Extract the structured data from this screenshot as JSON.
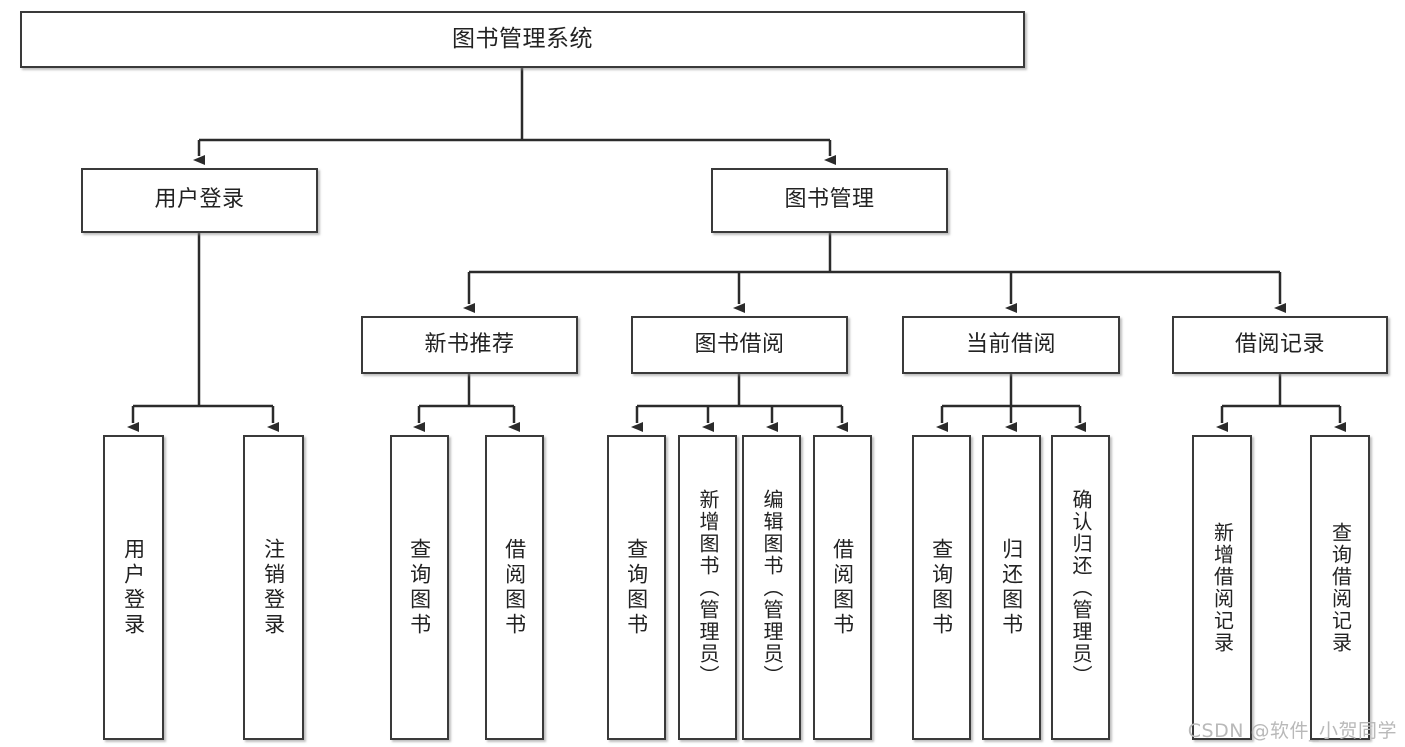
{
  "diagram": {
    "title": "图书管理系统",
    "type": "tree-hierarchy-diagram",
    "root": {
      "label": "图书管理系统"
    },
    "level2": [
      {
        "label": "用户登录"
      },
      {
        "label": "图书管理"
      }
    ],
    "level3": [
      {
        "label": "新书推荐"
      },
      {
        "label": "图书借阅"
      },
      {
        "label": "当前借阅"
      },
      {
        "label": "借阅记录"
      }
    ],
    "leaves": {
      "user_login": [
        {
          "label": "用户登录"
        },
        {
          "label": "注销登录"
        }
      ],
      "new_book_recommend": [
        {
          "label": "查询图书"
        },
        {
          "label": "借阅图书"
        }
      ],
      "book_borrow": [
        {
          "label": "查询图书"
        },
        {
          "label": "新增图书（管理员）"
        },
        {
          "label": "编辑图书（管理员）"
        },
        {
          "label": "借阅图书"
        }
      ],
      "current_borrow": [
        {
          "label": "查询图书"
        },
        {
          "label": "归还图书"
        },
        {
          "label": "确认归还（管理员）"
        }
      ],
      "borrow_record": [
        {
          "label": "新增借阅记录"
        },
        {
          "label": "查询借阅记录"
        }
      ]
    }
  },
  "watermark": {
    "text": "CSDN @软件_小贺同学"
  },
  "colors": {
    "box_border": "#3a3a3a",
    "box_fill": "#ffffff",
    "connector": "#2b2b2b",
    "text": "#222222",
    "watermark": "#b9b9b9",
    "page_background": "#ffffff"
  }
}
